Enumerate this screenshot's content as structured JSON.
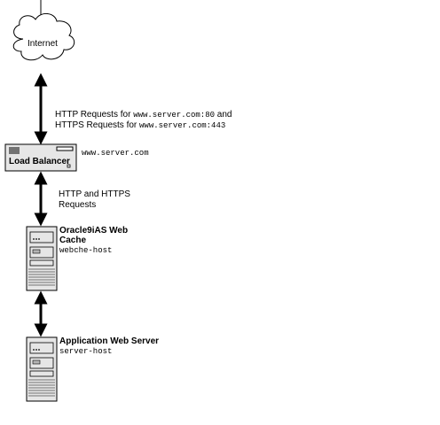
{
  "internet": {
    "label": "Internet"
  },
  "link_internet_lb": {
    "line1_prefix": "HTTP Requests for ",
    "line1_host": "www.server.com:80",
    "line1_suffix": " and",
    "line2_prefix": "HTTPS Requests for ",
    "line2_host": "www.server.com:443"
  },
  "load_balancer": {
    "label": "Load Balancer",
    "hostname": "www.server.com"
  },
  "link_lb_cache": {
    "line1": "HTTP and HTTPS",
    "line2": "Requests"
  },
  "web_cache": {
    "title_line1": "Oracle9iAS Web",
    "title_line2": "Cache",
    "hostname": "webche-host"
  },
  "app_server": {
    "title": "Application Web Server",
    "hostname": "server-host"
  },
  "colors": {
    "line": "#000000",
    "device_fill": "#e6e6e6",
    "device_dark": "#b4b4b4",
    "cloud_fill": "#ffffff"
  }
}
